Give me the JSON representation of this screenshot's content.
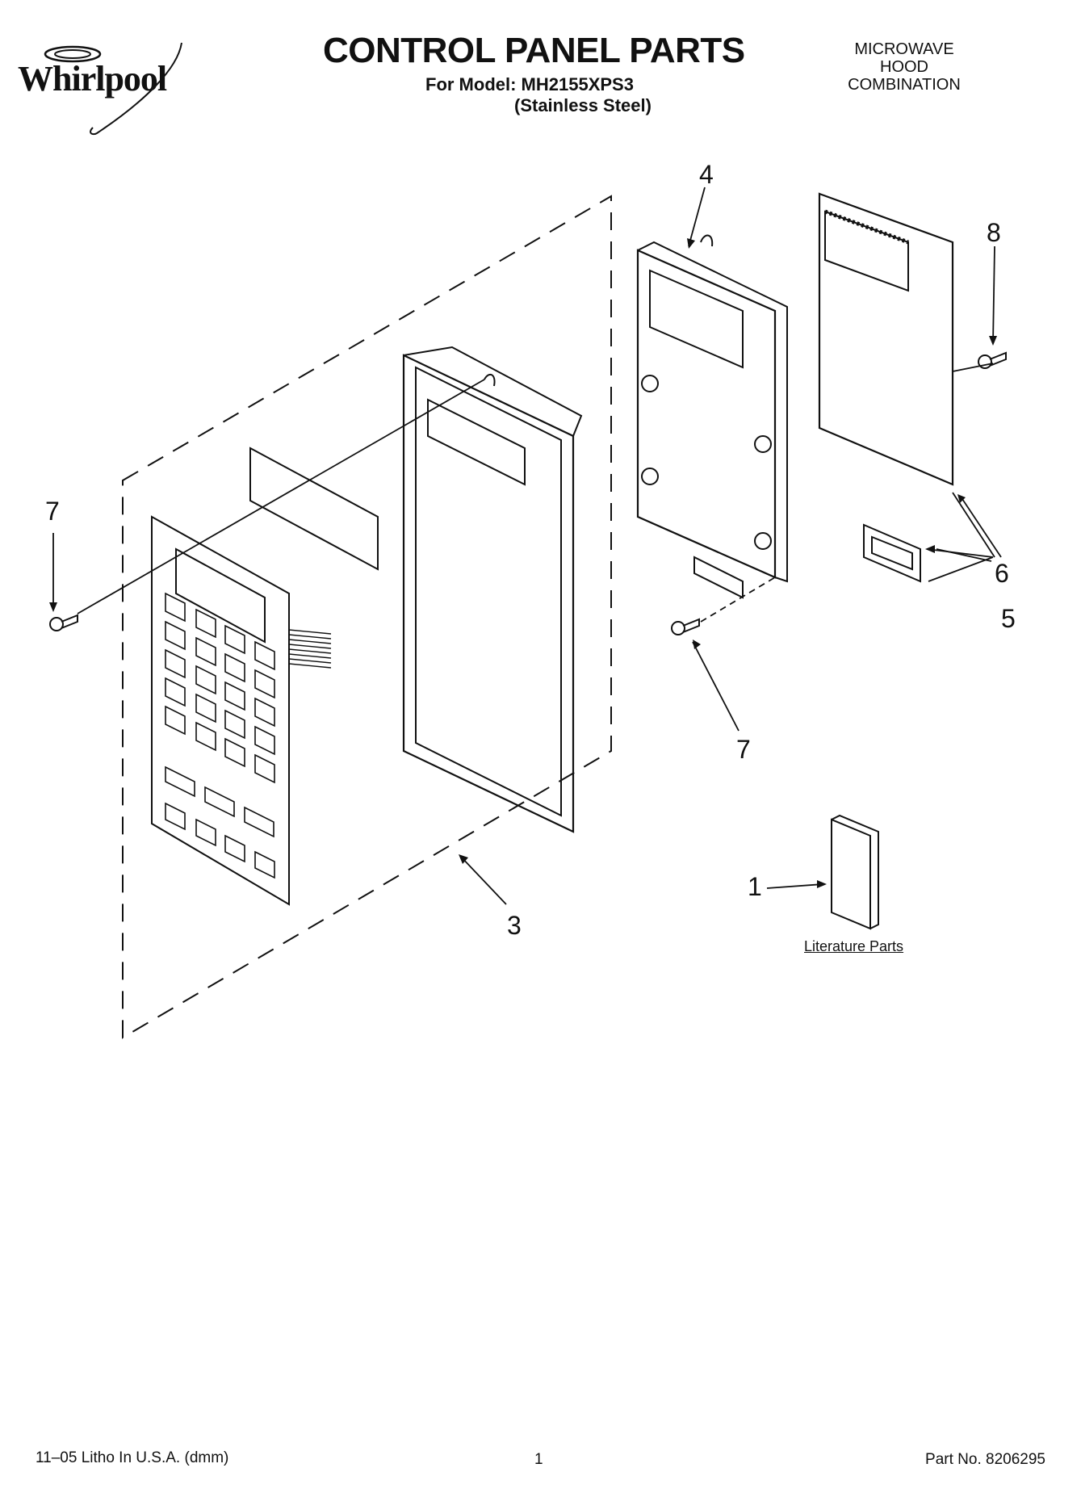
{
  "header": {
    "brand": "Whirlpool",
    "title": "CONTROL PANEL PARTS",
    "model_line": "For Model: MH2155XPS3",
    "finish_line": "(Stainless Steel)",
    "product_type": [
      "MICROWAVE",
      "HOOD",
      "COMBINATION"
    ]
  },
  "callouts": {
    "c1": "1",
    "c3": "3",
    "c4": "4",
    "c5": "5",
    "c6": "6",
    "c7_left": "7",
    "c7_right": "7",
    "c8": "8"
  },
  "literature_label": "Literature Parts",
  "footer": {
    "litho": "11–05 Litho In U.S.A. (dmm)",
    "page": "1",
    "part_no": "Part No. 8206295"
  }
}
